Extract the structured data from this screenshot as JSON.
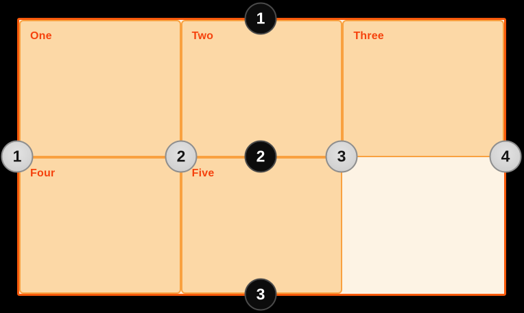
{
  "cells": [
    {
      "label": "One"
    },
    {
      "label": "Two"
    },
    {
      "label": "Three"
    },
    {
      "label": "Four"
    },
    {
      "label": "Five"
    },
    {
      "label": ""
    }
  ],
  "column_line_markers": [
    {
      "number": "1"
    },
    {
      "number": "2"
    },
    {
      "number": "3"
    },
    {
      "number": "4"
    }
  ],
  "row_line_markers": [
    {
      "number": "1"
    },
    {
      "number": "2"
    },
    {
      "number": "3"
    }
  ],
  "colors": {
    "page-bg": "#000000",
    "container-bg": "#FDF3E4",
    "container-border": "#F7590B",
    "cell-bg": "#FCD8A6",
    "cell-border": "#F9A140",
    "cell-label": "#F5420D",
    "row-marker-bg": "#0C0C0C",
    "row-marker-ring": "#4A4A4A",
    "row-marker-text": "#FFFFFF",
    "col-marker-bg": "#D9D9D9",
    "col-marker-ring": "#8E8E8E",
    "col-marker-text": "#161616"
  }
}
